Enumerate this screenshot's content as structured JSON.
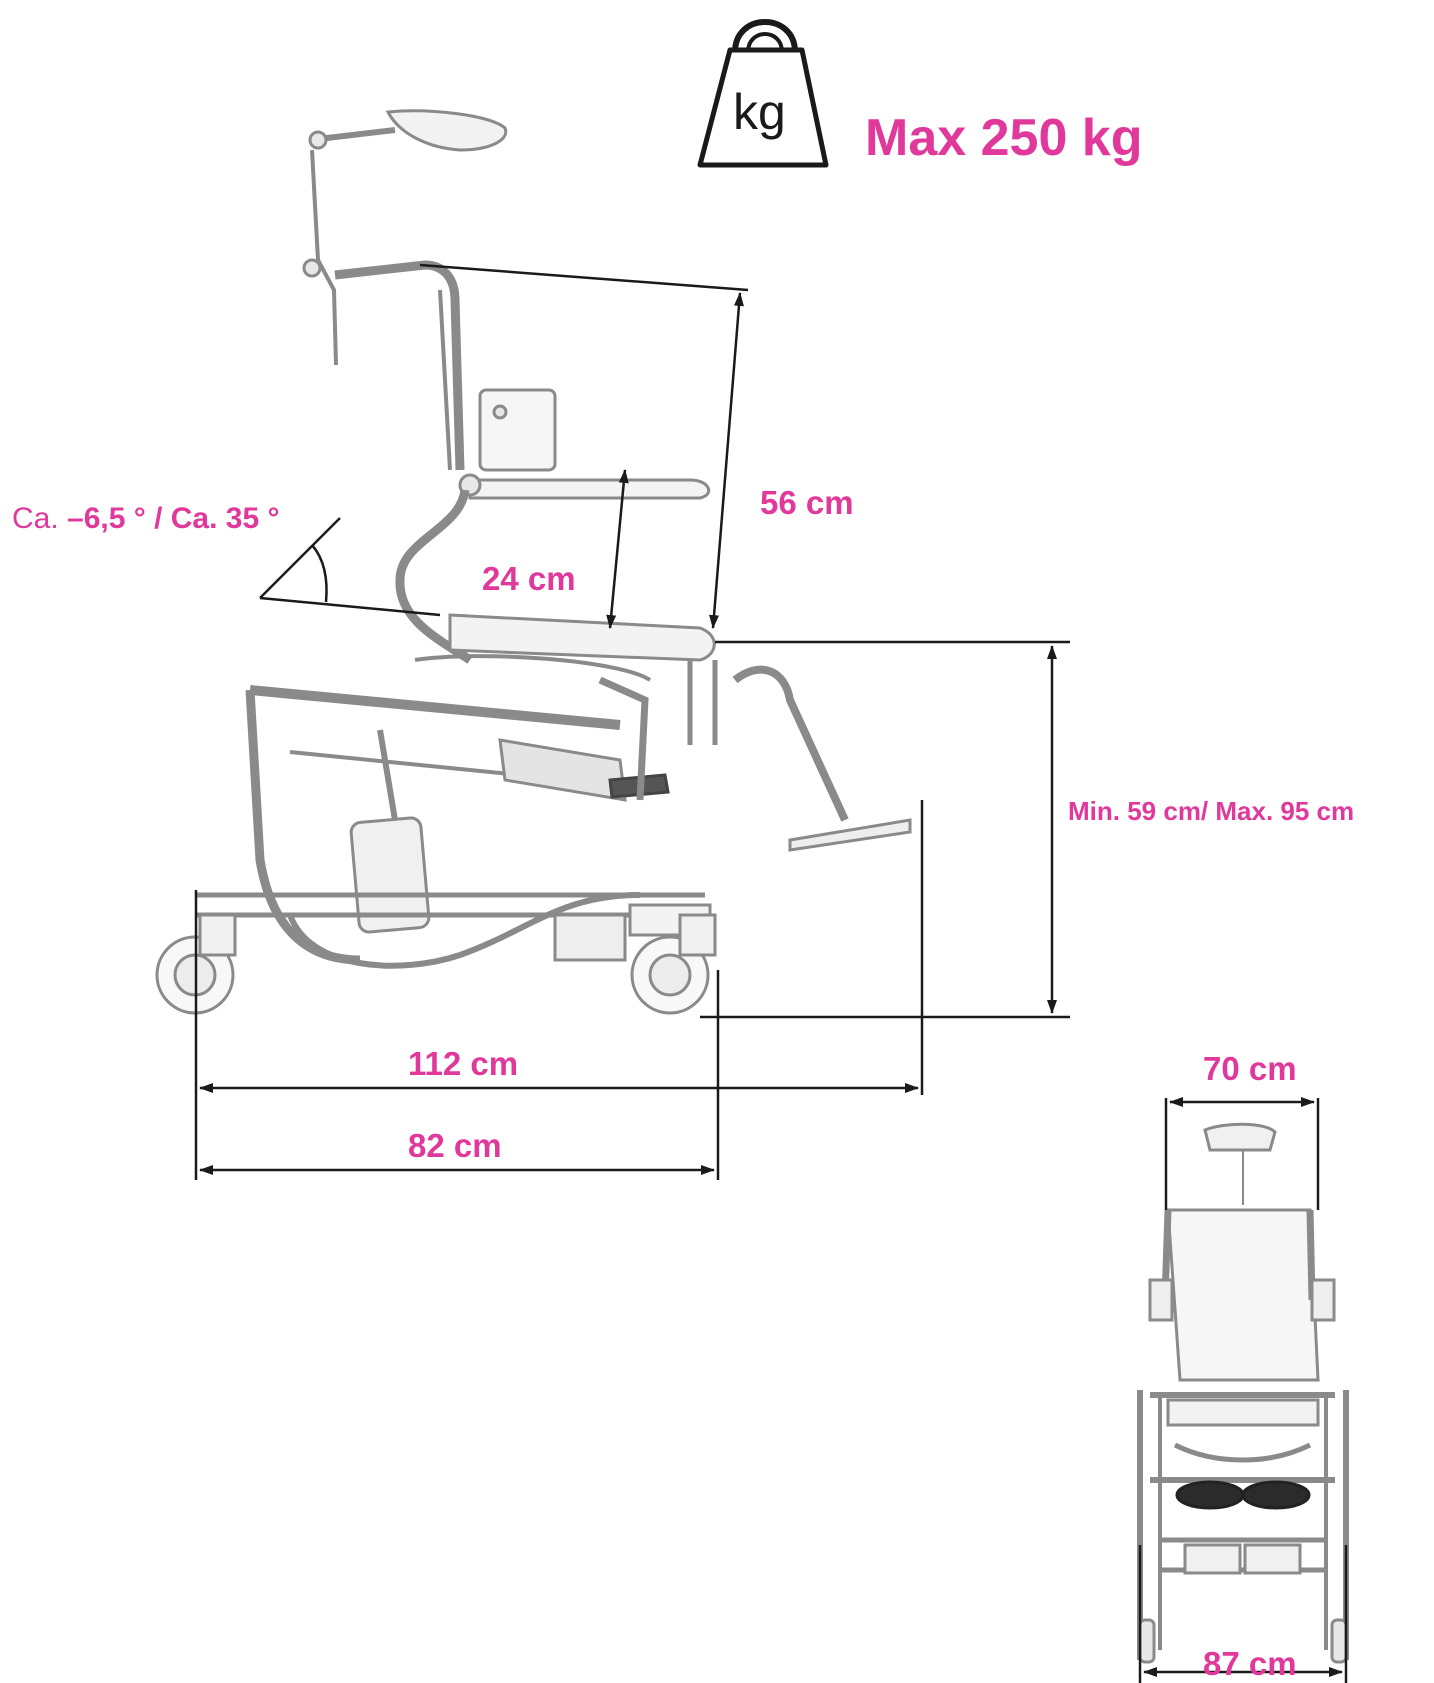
{
  "weight": {
    "icon_text": "kg",
    "label": "Max 250 kg",
    "icon": "weight-kg-icon"
  },
  "angle": {
    "prefix": "Ca.",
    "value": "–6,5 ° / Ca. 35 °"
  },
  "dimensions": {
    "backrest_height": "56 cm",
    "armrest_height": "24 cm",
    "seat_height": "Min. 59 cm/  Max. 95 cm",
    "length_with_footrest": "112 cm",
    "length_base": "82 cm",
    "width_top": "70 cm",
    "width_bottom": "87 cm"
  },
  "colors": {
    "accent": "#e0389b",
    "line": "#1a1a1a",
    "drawing": "#9a9a9a"
  }
}
